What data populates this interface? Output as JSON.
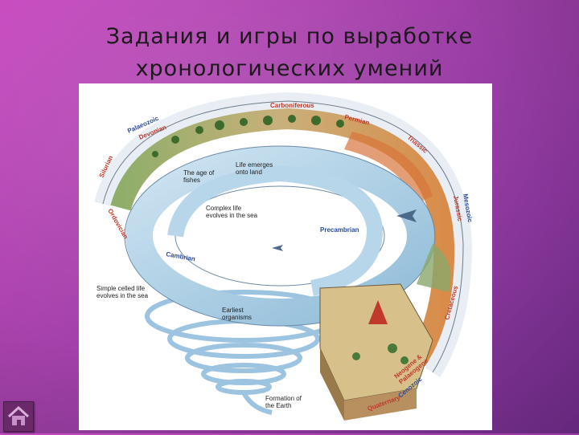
{
  "slide": {
    "title_line1": "Задания и игры по выработке",
    "title_line2": "хронологических  умений"
  },
  "figure": {
    "labels": {
      "carboniferous": "Carboniferous",
      "permian": "Permian",
      "paleozoic": "Palaeozoic",
      "devonian": "Devonian",
      "silurian": "Silurian",
      "triassic": "Triassic",
      "jurassic": "Jurassic",
      "mesozoic": "Mesozoic",
      "ordovician": "Ordovician",
      "cambrian": "Cambrian",
      "precambrian": "Precambrian",
      "cretaceous": "Cretaceous",
      "neogene_paleogene": "Neogene &\nPalaeogene",
      "cenozoic": "Cenozoic",
      "quaternary": "Quaternary",
      "age_of_fishes": "The age of\nfishes",
      "life_onto_land": "Life emerges\nonto land",
      "complex_life": "Complex life\nevolves in the sea",
      "simple_life": "Simple celled life\nevolves in the sea",
      "earliest_organisms": "Earliest\norganisms",
      "formation_earth": "Formation of\nthe Earth"
    }
  },
  "nav": {
    "home_icon": "home-icon"
  },
  "colors": {
    "background": "#a040a8",
    "ocean": "#7fb3d6",
    "land": "#b8a070"
  }
}
